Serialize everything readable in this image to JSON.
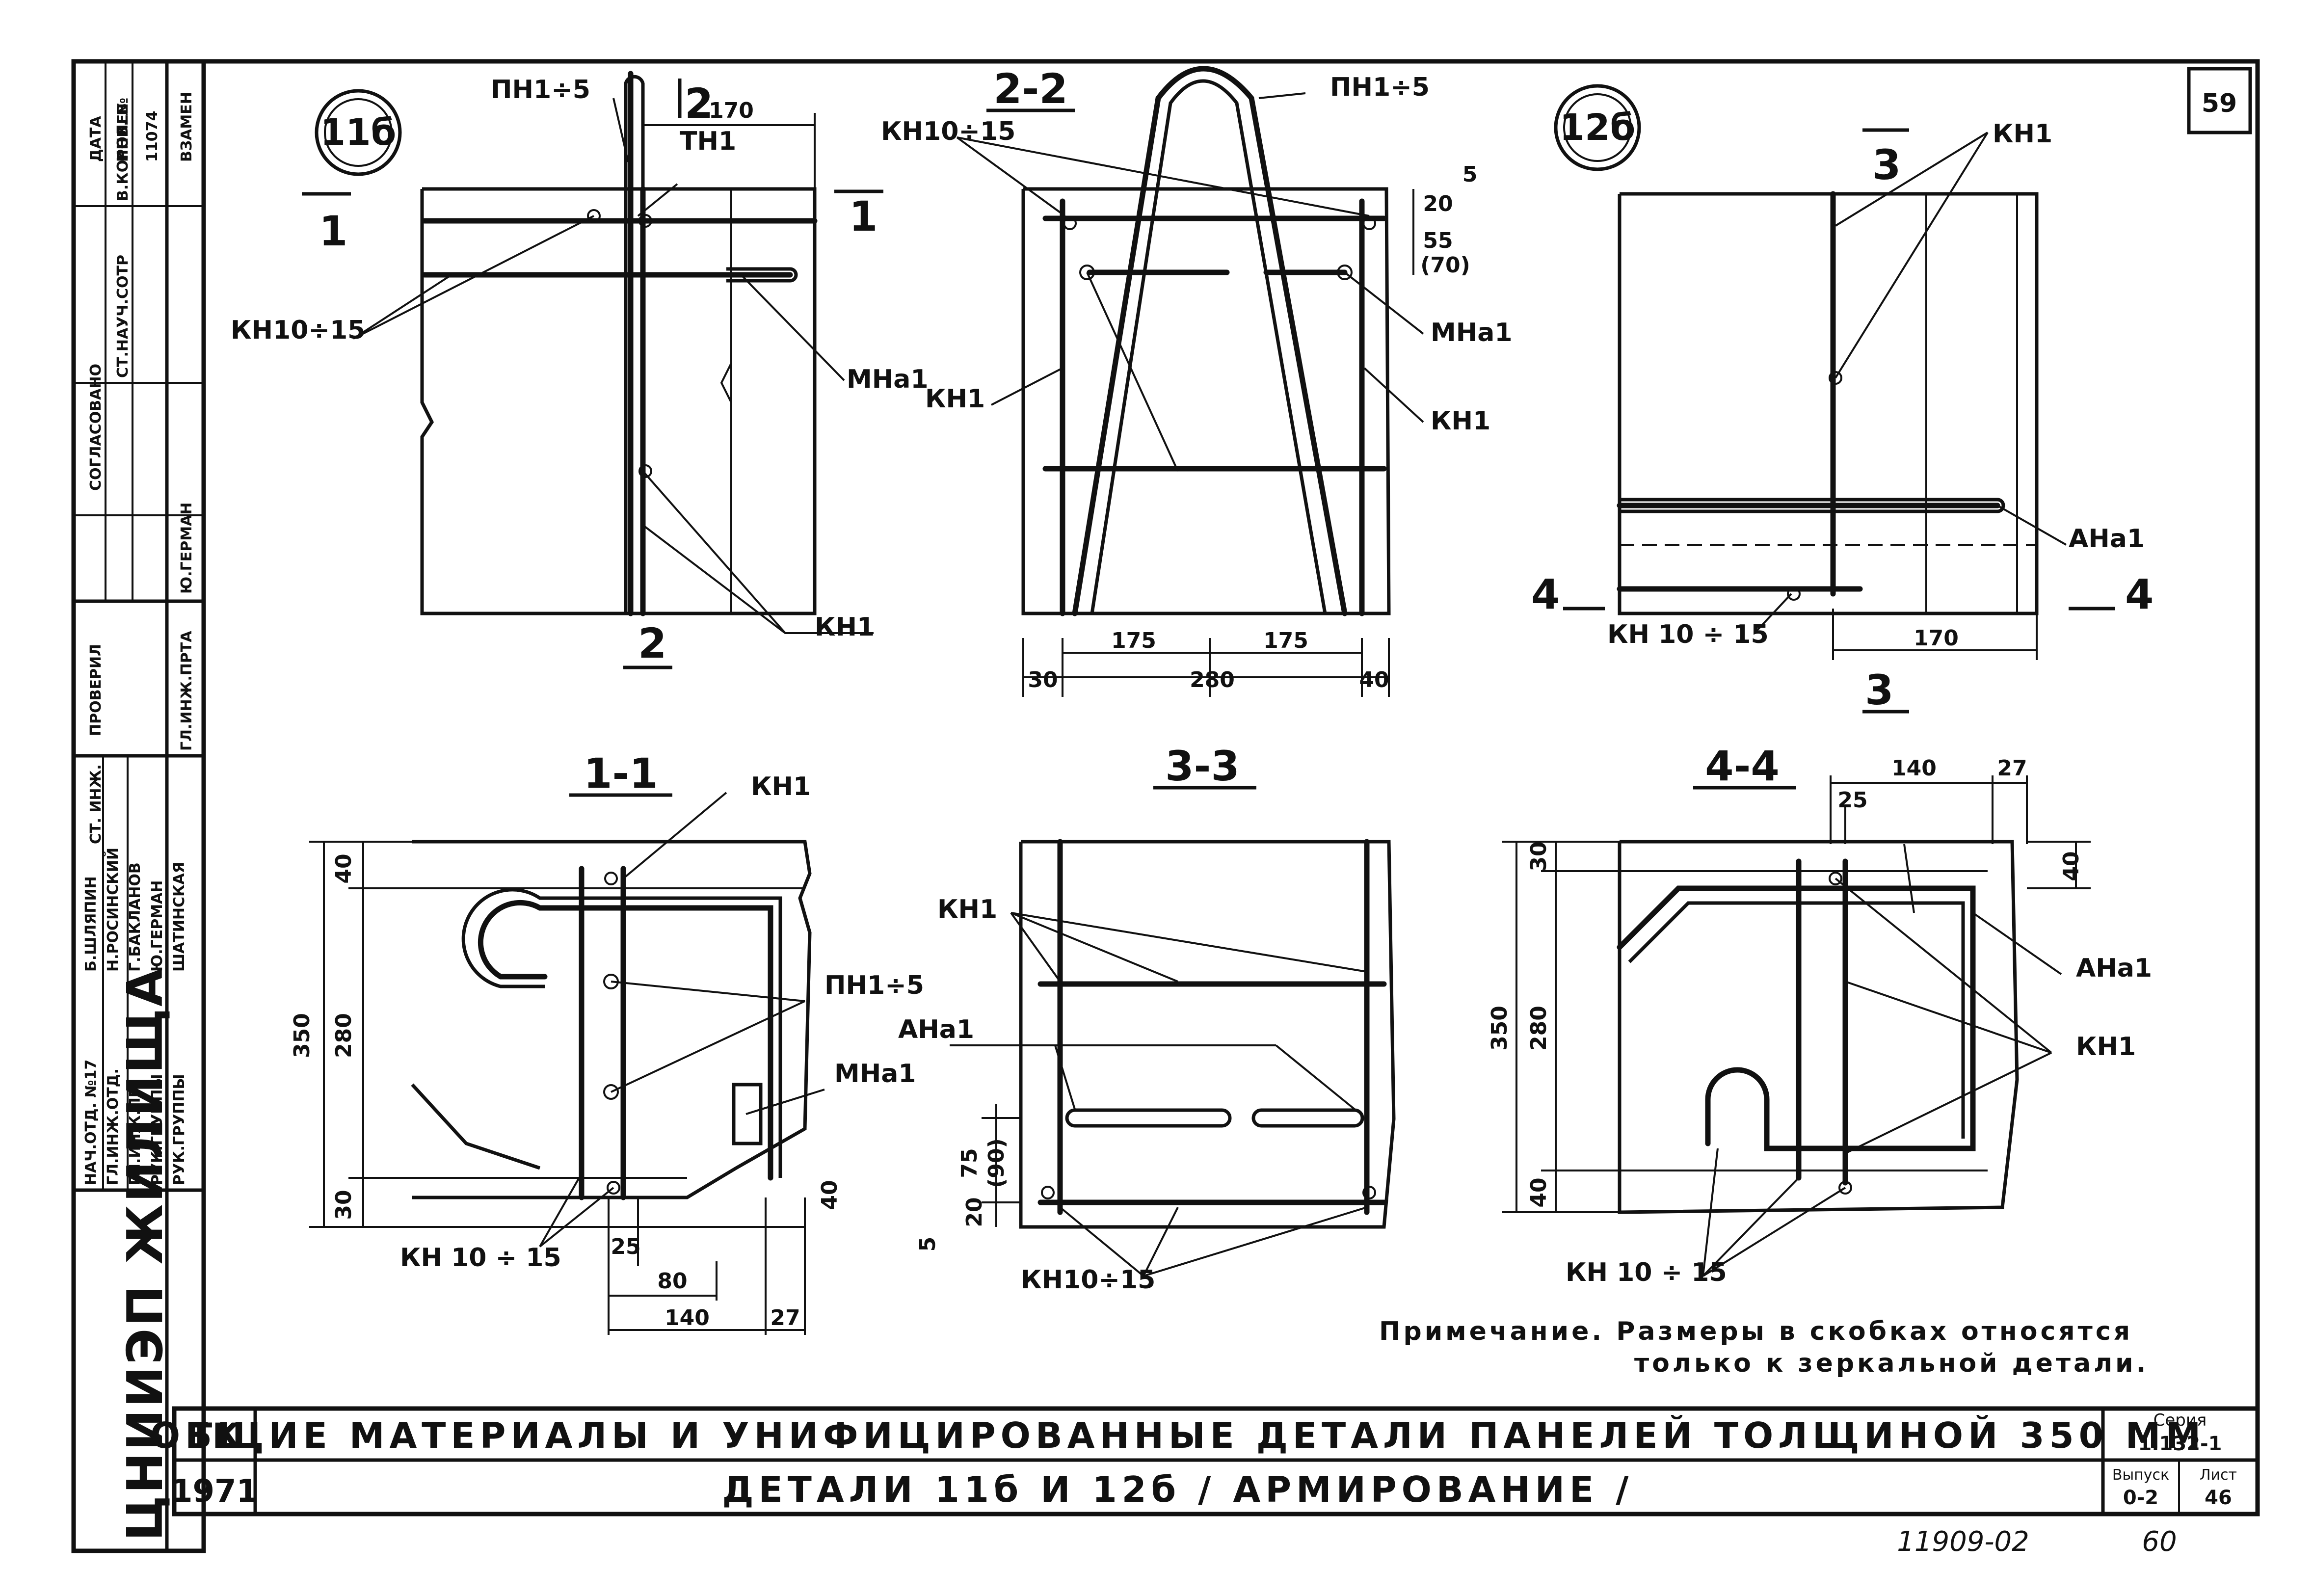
{
  "sheet": {
    "number": "59",
    "footer_code": "11909-02",
    "footer_page": "60",
    "tk": "ТК",
    "year": "1971",
    "title_main": "ОБЩИЕ МАТЕРИАЛЫ И УНИФИЦИРОВАННЫЕ ДЕТАЛИ ПАНЕЛЕЙ ТОЛЩИНОЙ 350 ММ",
    "title_sub": "ДЕТАЛИ 11б И 12б / АРМИРОВАНИЕ /",
    "series_label": "Серия",
    "series_value": "1.132-1",
    "issue_label": "Выпуск",
    "issue_value": "0-2",
    "sheet_label": "Лист",
    "sheet_value": "46",
    "org": "ЦНИИЭП ЖИЛИЩА",
    "note_line1": "Примечание. Размеры в скобках относятся",
    "note_line2": "только к зеркальной детали."
  },
  "stamp": {
    "agreed": "СОГЛАСОВАНО",
    "checked": "ПРОВЕРИЛ",
    "col_date": "ДАТА",
    "col_inv": "ИНВ. №",
    "inv_no": "11074",
    "col_replace": "ВЗАМЕН",
    "st_nauch": "СТ.НАУЧ.СОТР",
    "korolev": "В.КОРОЛЕВ",
    "german": "Ю.ГЕРМАН",
    "gl_inzh_prta": "ГЛ.ИНЖ.ПРТА",
    "st_inzh": "СТ. ИНЖ.",
    "roles": [
      "НАЧ.ОТД. №17",
      "ГЛ.ИНЖ.ОТД.",
      "ГЛ.ИНЖ.ПР.",
      "РУК.ГРУППЫ",
      "РУК.ГРУППЫ"
    ],
    "names": [
      "Б.ШЛЯПИН",
      "Н.РОСИНСКИЙ",
      "Г.БАКЛАНОВ",
      "Ю.ГЕРМАН",
      "ШАТИНСКАЯ"
    ]
  },
  "labels": {
    "d11": "11б",
    "d12": "12б",
    "s1": "1-1",
    "s2": "2-2",
    "s3": "3-3",
    "s4": "4-4",
    "cut1": "1",
    "cut2": "2",
    "cut3": "3",
    "cut4": "4",
    "pn15": "ПН1÷5",
    "tn1": "ТН1",
    "kn1015": "КН10÷15",
    "kn1015b": "КН 10 ÷ 15",
    "mna1": "МНа1",
    "kn1": "КН1",
    "ana1": "АНа1"
  },
  "dims": {
    "d170": "170",
    "d175": "175",
    "d280": "280",
    "d30": "30",
    "d40": "40",
    "d350": "350",
    "d25": "25",
    "d80": "80",
    "d140": "140",
    "d27": "27",
    "d5": "5",
    "d20": "20",
    "d55": "55",
    "d70p": "(70)",
    "d75": "75",
    "d90p": "(90)"
  }
}
